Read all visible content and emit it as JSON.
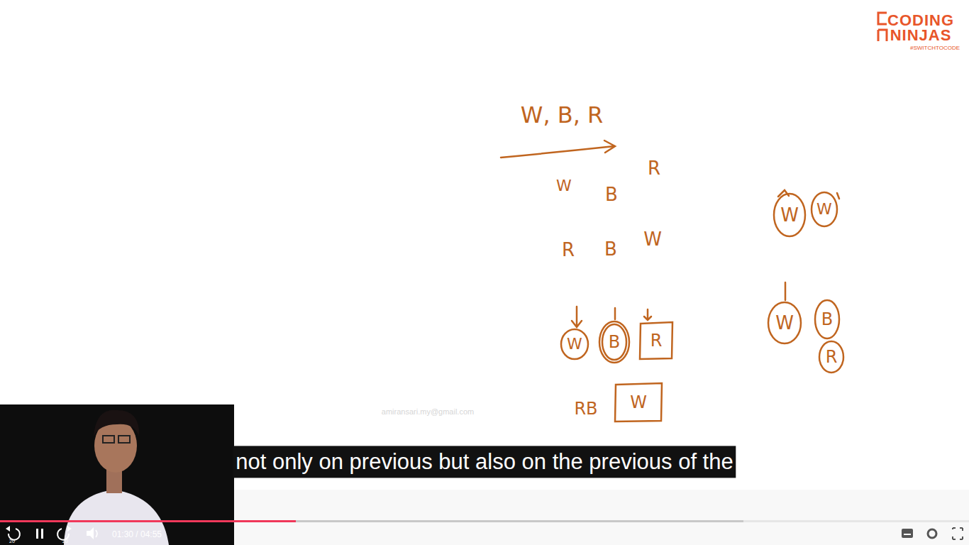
{
  "diagram": {
    "nodes": [
      {
        "text": [
          "W"
        ]
      },
      {
        "text": [
          "W"
        ]
      },
      {
        "text": [
          "W"
        ]
      },
      {
        "text": [
          "B"
        ]
      },
      {
        "text": [
          "R"
        ]
      },
      {
        "text": [
          "W"
        ]
      },
      {
        "text": [
          "B"
        ]
      },
      {
        "text": [
          "R"
        ]
      },
      {
        "text": [
          "W"
        ]
      }
    ],
    "labels": [
      "W, B, R",
      "W",
      "B",
      "R",
      "R",
      "B",
      "W",
      "RB",
      "CODING",
      "NINJAS",
      "#SWITCHTOCODE",
      "amiransari.my@gmail.com",
      "not only on previous but also on the previous of the",
      "20",
      "20",
      "01:30 / 04:55"
    ]
  }
}
